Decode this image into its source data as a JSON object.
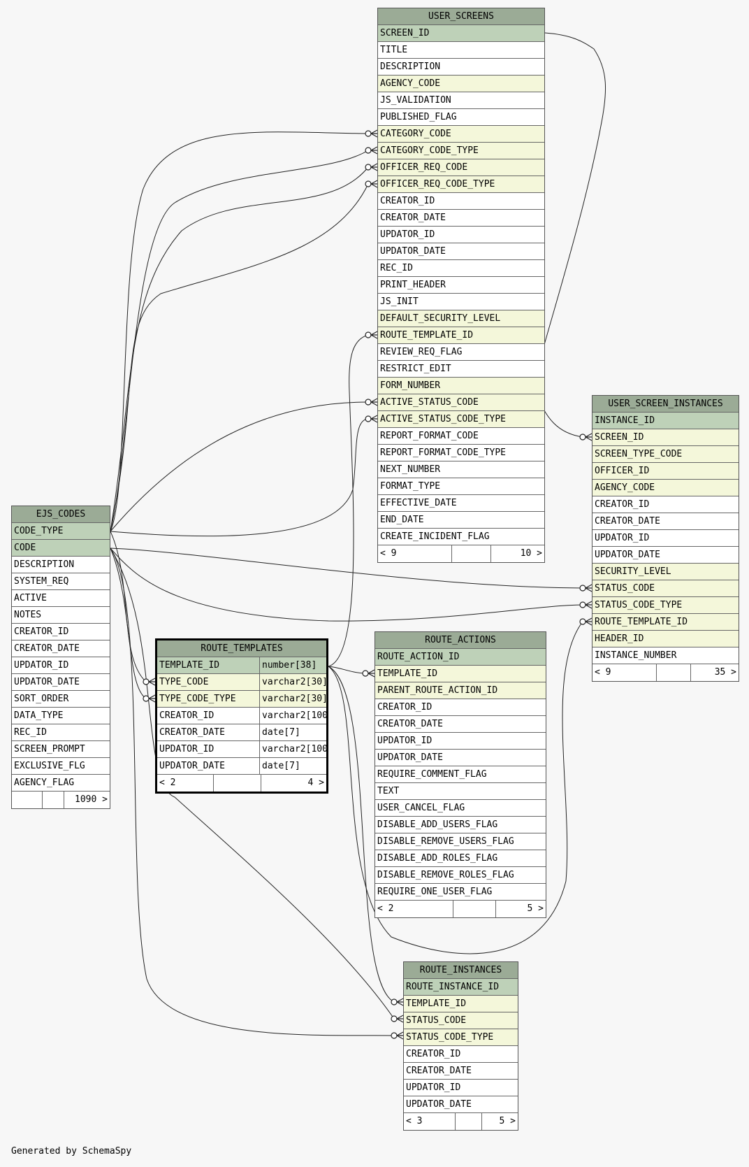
{
  "footer_text": "Generated by SchemaSpy",
  "tables": [
    {
      "id": "user_screens",
      "name": "USER_SCREENS",
      "columns": [
        {
          "name": "SCREEN_ID",
          "kind": "pk"
        },
        {
          "name": "TITLE",
          "kind": "plain"
        },
        {
          "name": "DESCRIPTION",
          "kind": "plain"
        },
        {
          "name": "AGENCY_CODE",
          "kind": "fk"
        },
        {
          "name": "JS_VALIDATION",
          "kind": "plain"
        },
        {
          "name": "PUBLISHED_FLAG",
          "kind": "plain"
        },
        {
          "name": "CATEGORY_CODE",
          "kind": "fk"
        },
        {
          "name": "CATEGORY_CODE_TYPE",
          "kind": "fk"
        },
        {
          "name": "OFFICER_REQ_CODE",
          "kind": "fk"
        },
        {
          "name": "OFFICER_REQ_CODE_TYPE",
          "kind": "fk"
        },
        {
          "name": "CREATOR_ID",
          "kind": "plain"
        },
        {
          "name": "CREATOR_DATE",
          "kind": "plain"
        },
        {
          "name": "UPDATOR_ID",
          "kind": "plain"
        },
        {
          "name": "UPDATOR_DATE",
          "kind": "plain"
        },
        {
          "name": "REC_ID",
          "kind": "plain"
        },
        {
          "name": "PRINT_HEADER",
          "kind": "plain"
        },
        {
          "name": "JS_INIT",
          "kind": "plain"
        },
        {
          "name": "DEFAULT_SECURITY_LEVEL",
          "kind": "fk"
        },
        {
          "name": "ROUTE_TEMPLATE_ID",
          "kind": "fk"
        },
        {
          "name": "REVIEW_REQ_FLAG",
          "kind": "plain"
        },
        {
          "name": "RESTRICT_EDIT",
          "kind": "plain"
        },
        {
          "name": "FORM_NUMBER",
          "kind": "fk"
        },
        {
          "name": "ACTIVE_STATUS_CODE",
          "kind": "fk"
        },
        {
          "name": "ACTIVE_STATUS_CODE_TYPE",
          "kind": "fk"
        },
        {
          "name": "REPORT_FORMAT_CODE",
          "kind": "plain"
        },
        {
          "name": "REPORT_FORMAT_CODE_TYPE",
          "kind": "plain"
        },
        {
          "name": "NEXT_NUMBER",
          "kind": "plain"
        },
        {
          "name": "FORMAT_TYPE",
          "kind": "plain"
        },
        {
          "name": "EFFECTIVE_DATE",
          "kind": "plain"
        },
        {
          "name": "END_DATE",
          "kind": "plain"
        },
        {
          "name": "CREATE_INCIDENT_FLAG",
          "kind": "plain"
        }
      ],
      "footer": [
        "< 9",
        "",
        "10 >"
      ]
    },
    {
      "id": "user_screen_instances",
      "name": "USER_SCREEN_INSTANCES",
      "columns": [
        {
          "name": "INSTANCE_ID",
          "kind": "pk"
        },
        {
          "name": "SCREEN_ID",
          "kind": "fk"
        },
        {
          "name": "SCREEN_TYPE_CODE",
          "kind": "fk"
        },
        {
          "name": "OFFICER_ID",
          "kind": "fk"
        },
        {
          "name": "AGENCY_CODE",
          "kind": "fk"
        },
        {
          "name": "CREATOR_ID",
          "kind": "plain"
        },
        {
          "name": "CREATOR_DATE",
          "kind": "plain"
        },
        {
          "name": "UPDATOR_ID",
          "kind": "plain"
        },
        {
          "name": "UPDATOR_DATE",
          "kind": "plain"
        },
        {
          "name": "SECURITY_LEVEL",
          "kind": "fk"
        },
        {
          "name": "STATUS_CODE",
          "kind": "fk"
        },
        {
          "name": "STATUS_CODE_TYPE",
          "kind": "fk"
        },
        {
          "name": "ROUTE_TEMPLATE_ID",
          "kind": "fk"
        },
        {
          "name": "HEADER_ID",
          "kind": "fk"
        },
        {
          "name": "INSTANCE_NUMBER",
          "kind": "plain"
        }
      ],
      "footer": [
        "< 9",
        "",
        "35 >"
      ]
    },
    {
      "id": "ejs_codes",
      "name": "EJS_CODES",
      "columns": [
        {
          "name": "CODE_TYPE",
          "kind": "pk"
        },
        {
          "name": "CODE",
          "kind": "pk"
        },
        {
          "name": "DESCRIPTION",
          "kind": "plain"
        },
        {
          "name": "SYSTEM_REQ",
          "kind": "plain"
        },
        {
          "name": "ACTIVE",
          "kind": "plain"
        },
        {
          "name": "NOTES",
          "kind": "plain"
        },
        {
          "name": "CREATOR_ID",
          "kind": "plain"
        },
        {
          "name": "CREATOR_DATE",
          "kind": "plain"
        },
        {
          "name": "UPDATOR_ID",
          "kind": "plain"
        },
        {
          "name": "UPDATOR_DATE",
          "kind": "plain"
        },
        {
          "name": "SORT_ORDER",
          "kind": "plain"
        },
        {
          "name": "DATA_TYPE",
          "kind": "plain"
        },
        {
          "name": "REC_ID",
          "kind": "plain"
        },
        {
          "name": "SCREEN_PROMPT",
          "kind": "plain"
        },
        {
          "name": "EXCLUSIVE_FLG",
          "kind": "plain"
        },
        {
          "name": "AGENCY_FLAG",
          "kind": "plain"
        }
      ],
      "footer": [
        "",
        "",
        "1090 >"
      ]
    },
    {
      "id": "route_templates",
      "name": "ROUTE_TEMPLATES",
      "focus": true,
      "columns": [
        {
          "name": "TEMPLATE_ID",
          "type": "number[38]",
          "kind": "pk"
        },
        {
          "name": "TYPE_CODE",
          "type": "varchar2[30]",
          "kind": "fk"
        },
        {
          "name": "TYPE_CODE_TYPE",
          "type": "varchar2[30]",
          "kind": "fk"
        },
        {
          "name": "CREATOR_ID",
          "type": "varchar2[100]",
          "kind": "plain"
        },
        {
          "name": "CREATOR_DATE",
          "type": "date[7]",
          "kind": "plain"
        },
        {
          "name": "UPDATOR_ID",
          "type": "varchar2[100]",
          "kind": "plain"
        },
        {
          "name": "UPDATOR_DATE",
          "type": "date[7]",
          "kind": "plain"
        }
      ],
      "footer": [
        "< 2",
        "",
        "4 >"
      ]
    },
    {
      "id": "route_actions",
      "name": "ROUTE_ACTIONS",
      "columns": [
        {
          "name": "ROUTE_ACTION_ID",
          "kind": "pk"
        },
        {
          "name": "TEMPLATE_ID",
          "kind": "fk"
        },
        {
          "name": "PARENT_ROUTE_ACTION_ID",
          "kind": "fk"
        },
        {
          "name": "CREATOR_ID",
          "kind": "plain"
        },
        {
          "name": "CREATOR_DATE",
          "kind": "plain"
        },
        {
          "name": "UPDATOR_ID",
          "kind": "plain"
        },
        {
          "name": "UPDATOR_DATE",
          "kind": "plain"
        },
        {
          "name": "REQUIRE_COMMENT_FLAG",
          "kind": "plain"
        },
        {
          "name": "TEXT",
          "kind": "plain"
        },
        {
          "name": "USER_CANCEL_FLAG",
          "kind": "plain"
        },
        {
          "name": "DISABLE_ADD_USERS_FLAG",
          "kind": "plain"
        },
        {
          "name": "DISABLE_REMOVE_USERS_FLAG",
          "kind": "plain"
        },
        {
          "name": "DISABLE_ADD_ROLES_FLAG",
          "kind": "plain"
        },
        {
          "name": "DISABLE_REMOVE_ROLES_FLAG",
          "kind": "plain"
        },
        {
          "name": "REQUIRE_ONE_USER_FLAG",
          "kind": "plain"
        }
      ],
      "footer": [
        "< 2",
        "",
        "5 >"
      ]
    },
    {
      "id": "route_instances",
      "name": "ROUTE_INSTANCES",
      "columns": [
        {
          "name": "ROUTE_INSTANCE_ID",
          "kind": "pk"
        },
        {
          "name": "TEMPLATE_ID",
          "kind": "fk"
        },
        {
          "name": "STATUS_CODE",
          "kind": "fk"
        },
        {
          "name": "STATUS_CODE_TYPE",
          "kind": "fk"
        },
        {
          "name": "CREATOR_ID",
          "kind": "plain"
        },
        {
          "name": "CREATOR_DATE",
          "kind": "plain"
        },
        {
          "name": "UPDATOR_ID",
          "kind": "plain"
        },
        {
          "name": "UPDATOR_DATE",
          "kind": "plain"
        }
      ],
      "footer": [
        "< 3",
        "",
        "5 >"
      ]
    }
  ],
  "relationships": [
    {
      "from": "ejs_codes.CODE",
      "to": "user_screens.CATEGORY_CODE"
    },
    {
      "from": "ejs_codes.CODE_TYPE",
      "to": "user_screens.CATEGORY_CODE_TYPE"
    },
    {
      "from": "ejs_codes.CODE",
      "to": "user_screens.OFFICER_REQ_CODE"
    },
    {
      "from": "ejs_codes.CODE_TYPE",
      "to": "user_screens.OFFICER_REQ_CODE_TYPE"
    },
    {
      "from": "route_templates.TEMPLATE_ID",
      "to": "user_screens.ROUTE_TEMPLATE_ID"
    },
    {
      "from": "ejs_codes.CODE",
      "to": "user_screens.ACTIVE_STATUS_CODE"
    },
    {
      "from": "ejs_codes.CODE_TYPE",
      "to": "user_screens.ACTIVE_STATUS_CODE_TYPE"
    },
    {
      "from": "user_screens.SCREEN_ID",
      "to": "user_screen_instances.SCREEN_ID"
    },
    {
      "from": "ejs_codes.CODE",
      "to": "user_screen_instances.STATUS_CODE"
    },
    {
      "from": "ejs_codes.CODE_TYPE",
      "to": "user_screen_instances.STATUS_CODE_TYPE"
    },
    {
      "from": "route_templates.TEMPLATE_ID",
      "to": "user_screen_instances.ROUTE_TEMPLATE_ID"
    },
    {
      "from": "ejs_codes.CODE",
      "to": "route_templates.TYPE_CODE"
    },
    {
      "from": "ejs_codes.CODE_TYPE",
      "to": "route_templates.TYPE_CODE_TYPE"
    },
    {
      "from": "route_templates.TEMPLATE_ID",
      "to": "route_actions.TEMPLATE_ID"
    },
    {
      "from": "route_templates.TEMPLATE_ID",
      "to": "route_instances.TEMPLATE_ID"
    },
    {
      "from": "ejs_codes.CODE",
      "to": "route_instances.STATUS_CODE"
    },
    {
      "from": "ejs_codes.CODE_TYPE",
      "to": "route_instances.STATUS_CODE_TYPE"
    }
  ]
}
